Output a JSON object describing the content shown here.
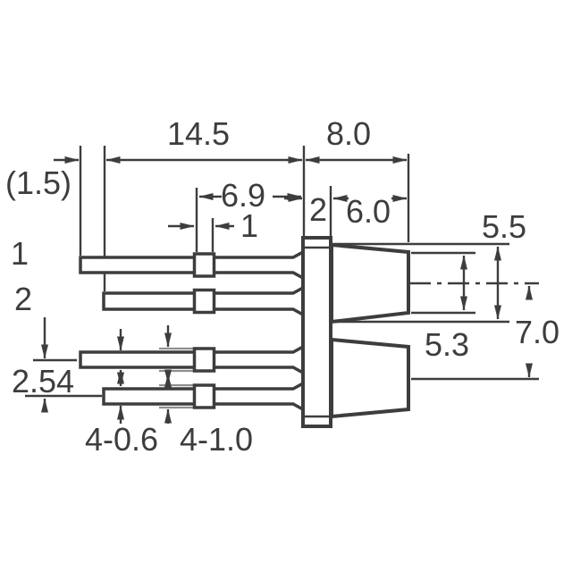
{
  "drawing": {
    "type": "mechanical-dimension-diagram",
    "subject": "dual-lens LED package side view",
    "units": "mm",
    "colors": {
      "line": "#3d3d3d",
      "background": "#ffffff",
      "extension_gray": "#8f8f8f"
    },
    "pin_labels": {
      "pin1": "1",
      "pin2": "2"
    },
    "dimensions": {
      "lead_tip_stagger": "(1.5)",
      "lead_length": "14.5",
      "body_overall_length": "8.0",
      "tab_to_body": "6.9",
      "tab_width": "1",
      "flange_thickness": "2",
      "lens_length": "6.0",
      "lens_base_diameter": "5.5",
      "lens_tip_diameter": "5.3",
      "optical_axis_pitch": "7.0",
      "lead_pitch": "2.54",
      "lead_thickness_4_places": "4-0.6",
      "tab_thickness_4_places": "4-1.0"
    }
  }
}
